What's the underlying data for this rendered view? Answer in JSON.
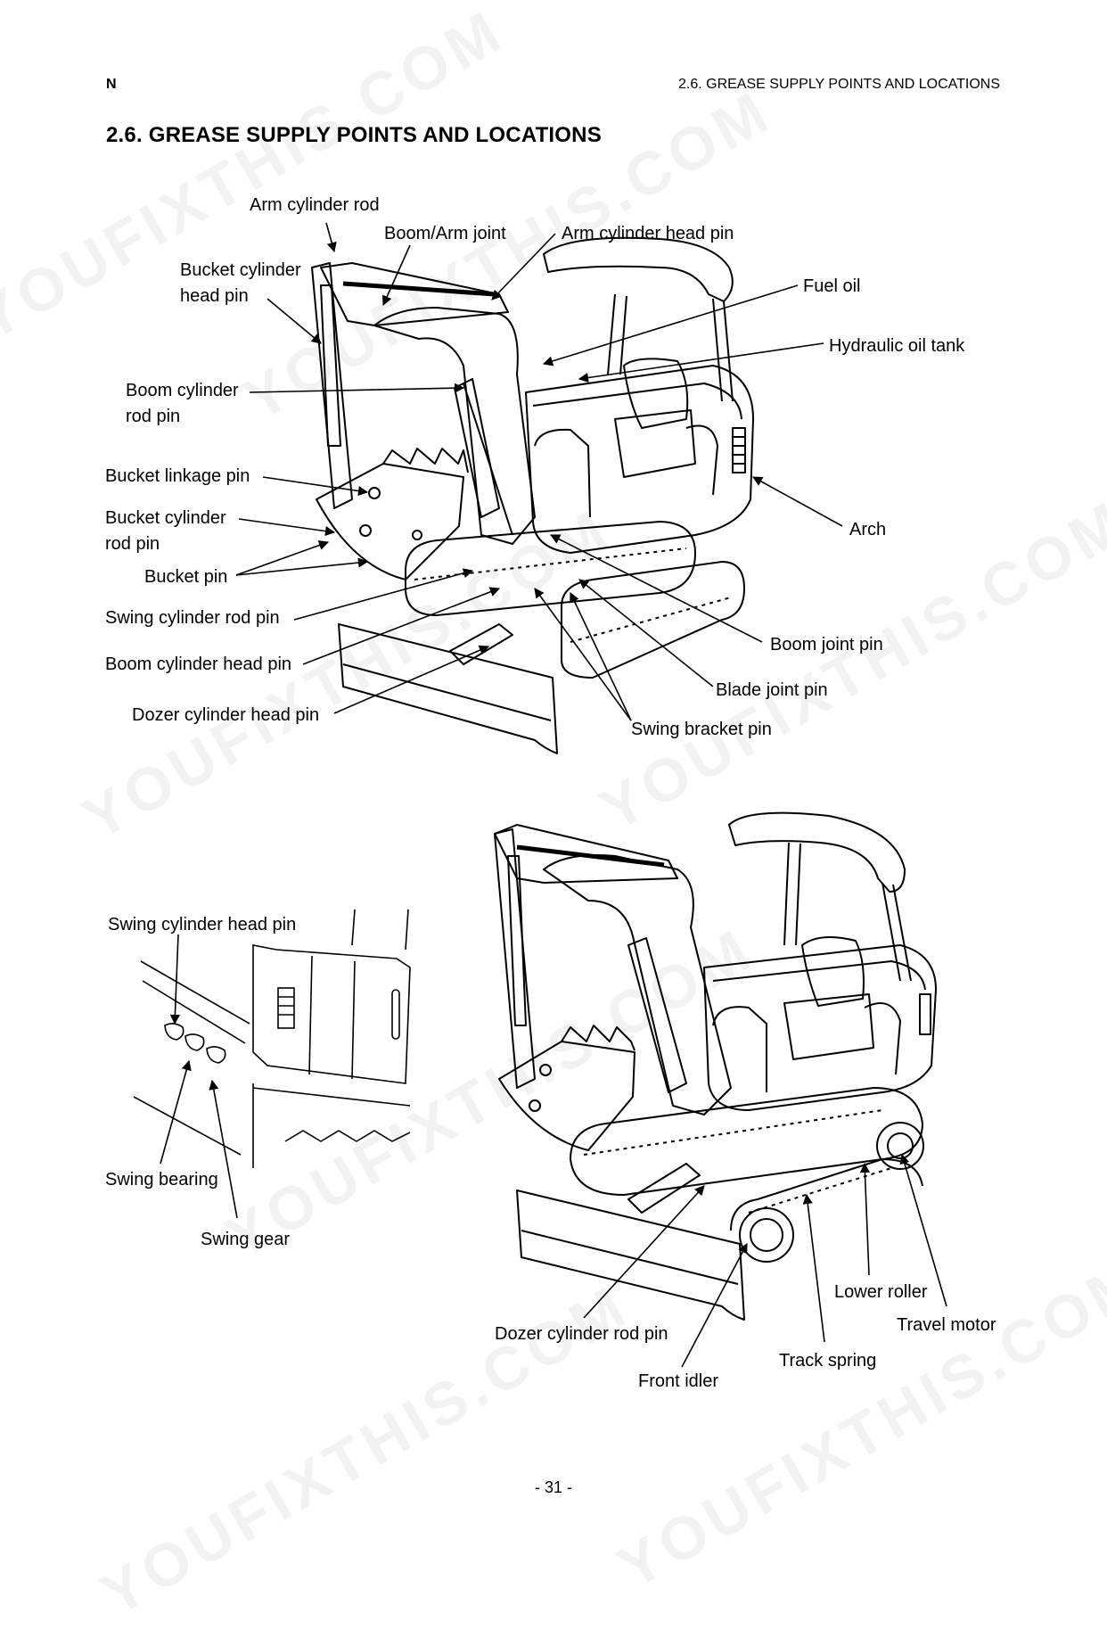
{
  "header": {
    "left": "N",
    "right": "2.6. GREASE SUPPLY POINTS AND LOCATIONS"
  },
  "title": "2.6.  GREASE SUPPLY POINTS AND LOCATIONS",
  "top_labels": {
    "arm_cylinder_rod": "Arm cylinder rod",
    "boom_arm_joint": "Boom/Arm joint",
    "arm_cylinder_head_pin": "Arm cylinder head pin",
    "bucket_cylinder_head_pin": "Bucket cylinder\nhead pin",
    "fuel_oil": "Fuel oil",
    "hydraulic_oil_tank": "Hydraulic oil tank",
    "boom_cylinder_rod_pin": "Boom cylinder\nrod pin",
    "bucket_linkage_pin": "Bucket linkage pin",
    "bucket_cylinder_rod_pin": "Bucket cylinder\nrod pin",
    "arch": "Arch",
    "bucket_pin": "Bucket pin",
    "swing_cylinder_rod_pin": "Swing cylinder rod pin",
    "boom_joint_pin": "Boom joint pin",
    "boom_cylinder_head_pin": "Boom cylinder head pin",
    "blade_joint_pin": "Blade joint pin",
    "dozer_cylinder_head_pin": "Dozer cylinder head pin",
    "swing_bracket_pin": "Swing bracket pin"
  },
  "bottom_labels": {
    "swing_cylinder_head_pin": "Swing cylinder head pin",
    "swing_bearing": "Swing bearing",
    "swing_gear": "Swing gear",
    "lower_roller": "Lower roller",
    "travel_motor": "Travel motor",
    "dozer_cylinder_rod_pin": "Dozer cylinder rod pin",
    "track_spring": "Track spring",
    "front_idler": "Front idler"
  },
  "page_number": "- 31 -",
  "watermark_text": "YOUFIXTHIS.COM"
}
